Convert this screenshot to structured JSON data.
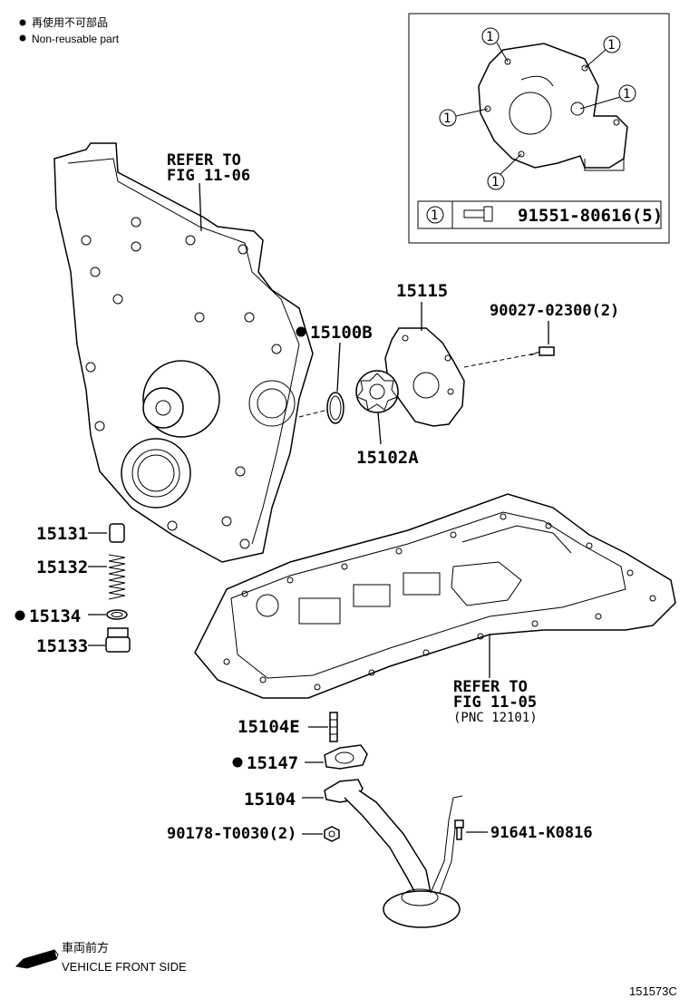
{
  "legend": {
    "nonreusable_jp": "再使用不可部品",
    "nonreusable_en": "Non-reusable part"
  },
  "inset": {
    "callout": "1",
    "row_callout": "1",
    "row_part": "91551-80616(5)"
  },
  "labels": {
    "refer_fig_1106_a": "REFER TO",
    "refer_fig_1106_b": "FIG 11-06",
    "p15115": "15115",
    "p90027": "90027-02300(2)",
    "p15100B": "15100B",
    "p15102A": "15102A",
    "p15131": "15131",
    "p15132": "15132",
    "p15134": "15134",
    "p15133": "15133",
    "refer_fig_1105_a": "REFER TO",
    "refer_fig_1105_b": "FIG 11-05",
    "refer_fig_1105_c": "(PNC 12101)",
    "p15104E": "15104E",
    "p15147": "15147",
    "p15104": "15104",
    "p90178": "90178-T0030(2)",
    "p91641": "91641-K0816"
  },
  "footer": {
    "front_jp": "車両前方",
    "front_en": "VEHICLE FRONT SIDE",
    "figure_no": "151573C"
  }
}
